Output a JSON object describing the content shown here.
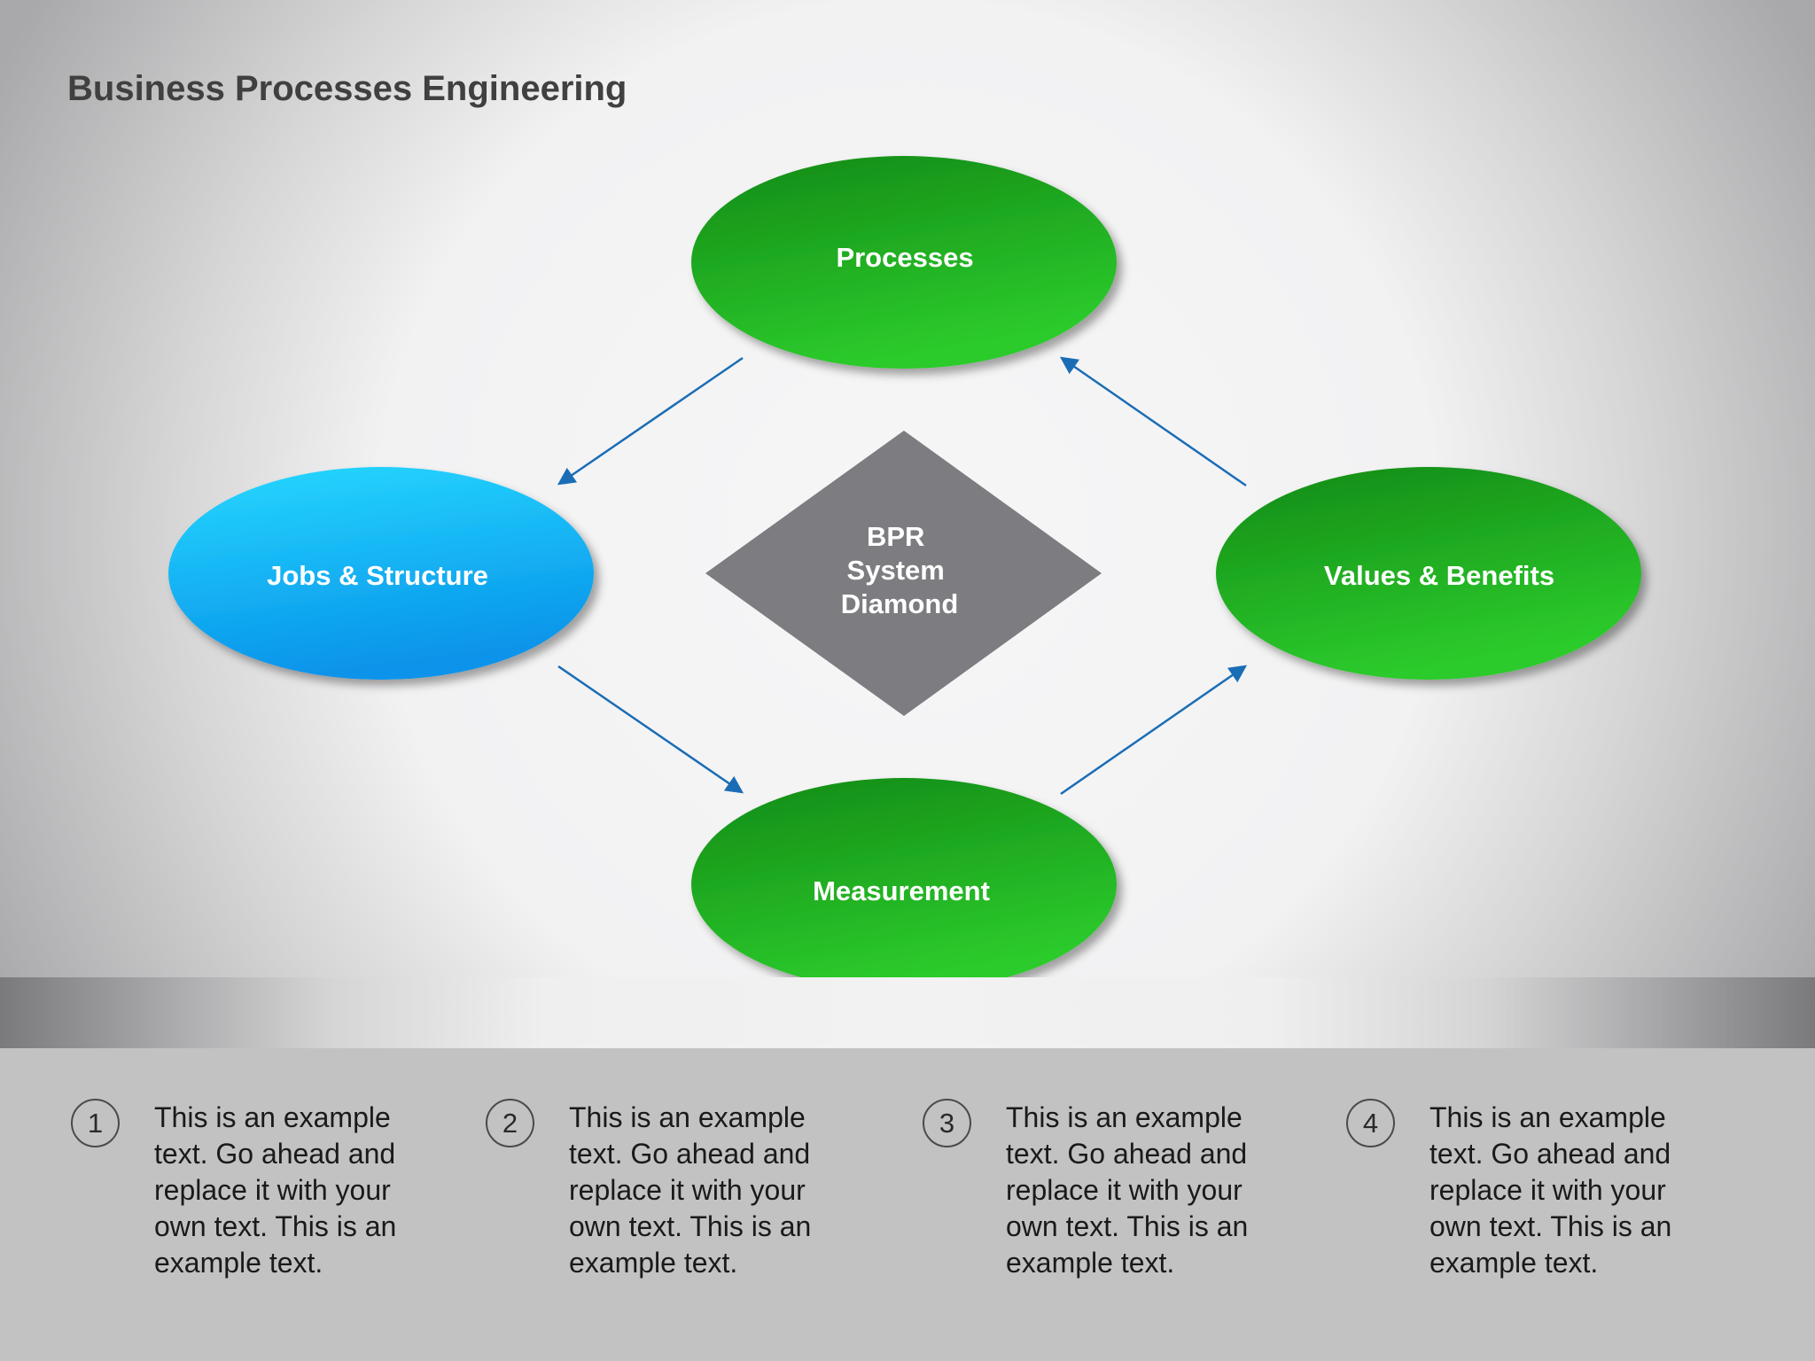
{
  "title": "Business Processes Engineering",
  "center": {
    "lines": [
      "BPR",
      "System",
      "Diamond"
    ],
    "color": "#7d7c80"
  },
  "nodes": {
    "processes": {
      "label": "Processes",
      "color": "green"
    },
    "jobs": {
      "label": "Jobs & Structure",
      "color": "blue"
    },
    "values": {
      "label": "Values & Benefits",
      "color": "green"
    },
    "measurement": {
      "label": "Measurement",
      "color": "green"
    }
  },
  "flow": [
    {
      "from": "Processes",
      "to": "Jobs & Structure"
    },
    {
      "from": "Jobs & Structure",
      "to": "Measurement"
    },
    {
      "from": "Measurement",
      "to": "Values & Benefits"
    },
    {
      "from": "Values & Benefits",
      "to": "Processes"
    }
  ],
  "colors": {
    "green": "#1f9e1f",
    "blue": "#12b5f5",
    "arrow": "#1a6db5",
    "diamond": "#7d7c80"
  },
  "notes": [
    {
      "number": "1",
      "text": "This is an example text. Go ahead and replace it with your own text. This is an example text."
    },
    {
      "number": "2",
      "text": "This is an example text. Go ahead and replace it with your own text. This is an example text."
    },
    {
      "number": "3",
      "text": "This is an example text. Go ahead and replace it with your own text. This is an example text."
    },
    {
      "number": "4",
      "text": "This is an example text. Go ahead and replace it with your own text. This is an example text."
    }
  ]
}
